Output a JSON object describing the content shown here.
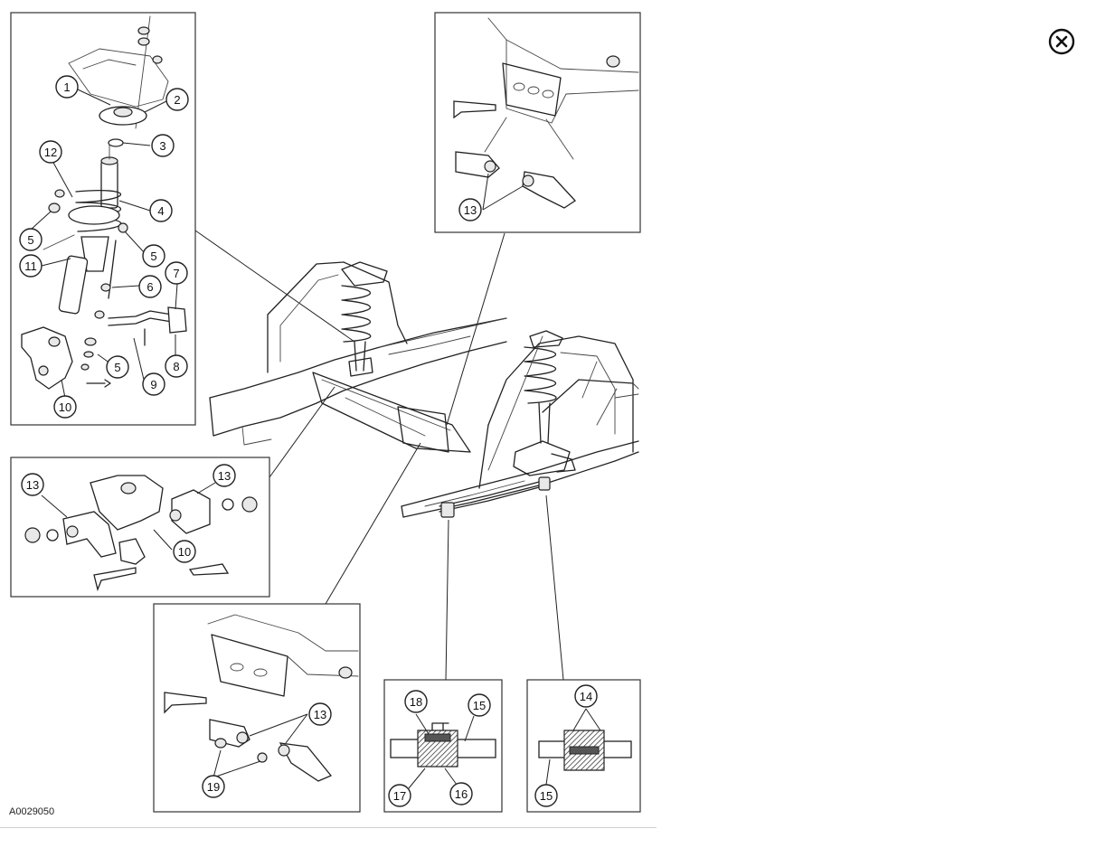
{
  "figure_id": "A0029050",
  "close_icon": "close-circle-icon",
  "callouts": {
    "a": [
      {
        "num": "1"
      },
      {
        "num": "2"
      },
      {
        "num": "3"
      },
      {
        "num": "12"
      },
      {
        "num": "4"
      },
      {
        "num": "5"
      },
      {
        "num": "5"
      },
      {
        "num": "11"
      },
      {
        "num": "7"
      },
      {
        "num": "6"
      },
      {
        "num": "5"
      },
      {
        "num": "9"
      },
      {
        "num": "8"
      },
      {
        "num": "10"
      }
    ],
    "b": [
      {
        "num": "13"
      }
    ],
    "c": [
      {
        "num": "13"
      },
      {
        "num": "13"
      },
      {
        "num": "10"
      }
    ],
    "d": [
      {
        "num": "13"
      },
      {
        "num": "19"
      }
    ],
    "e": [
      {
        "num": "18"
      },
      {
        "num": "15"
      },
      {
        "num": "17"
      },
      {
        "num": "16"
      }
    ],
    "f": [
      {
        "num": "14"
      },
      {
        "num": "15"
      }
    ]
  }
}
